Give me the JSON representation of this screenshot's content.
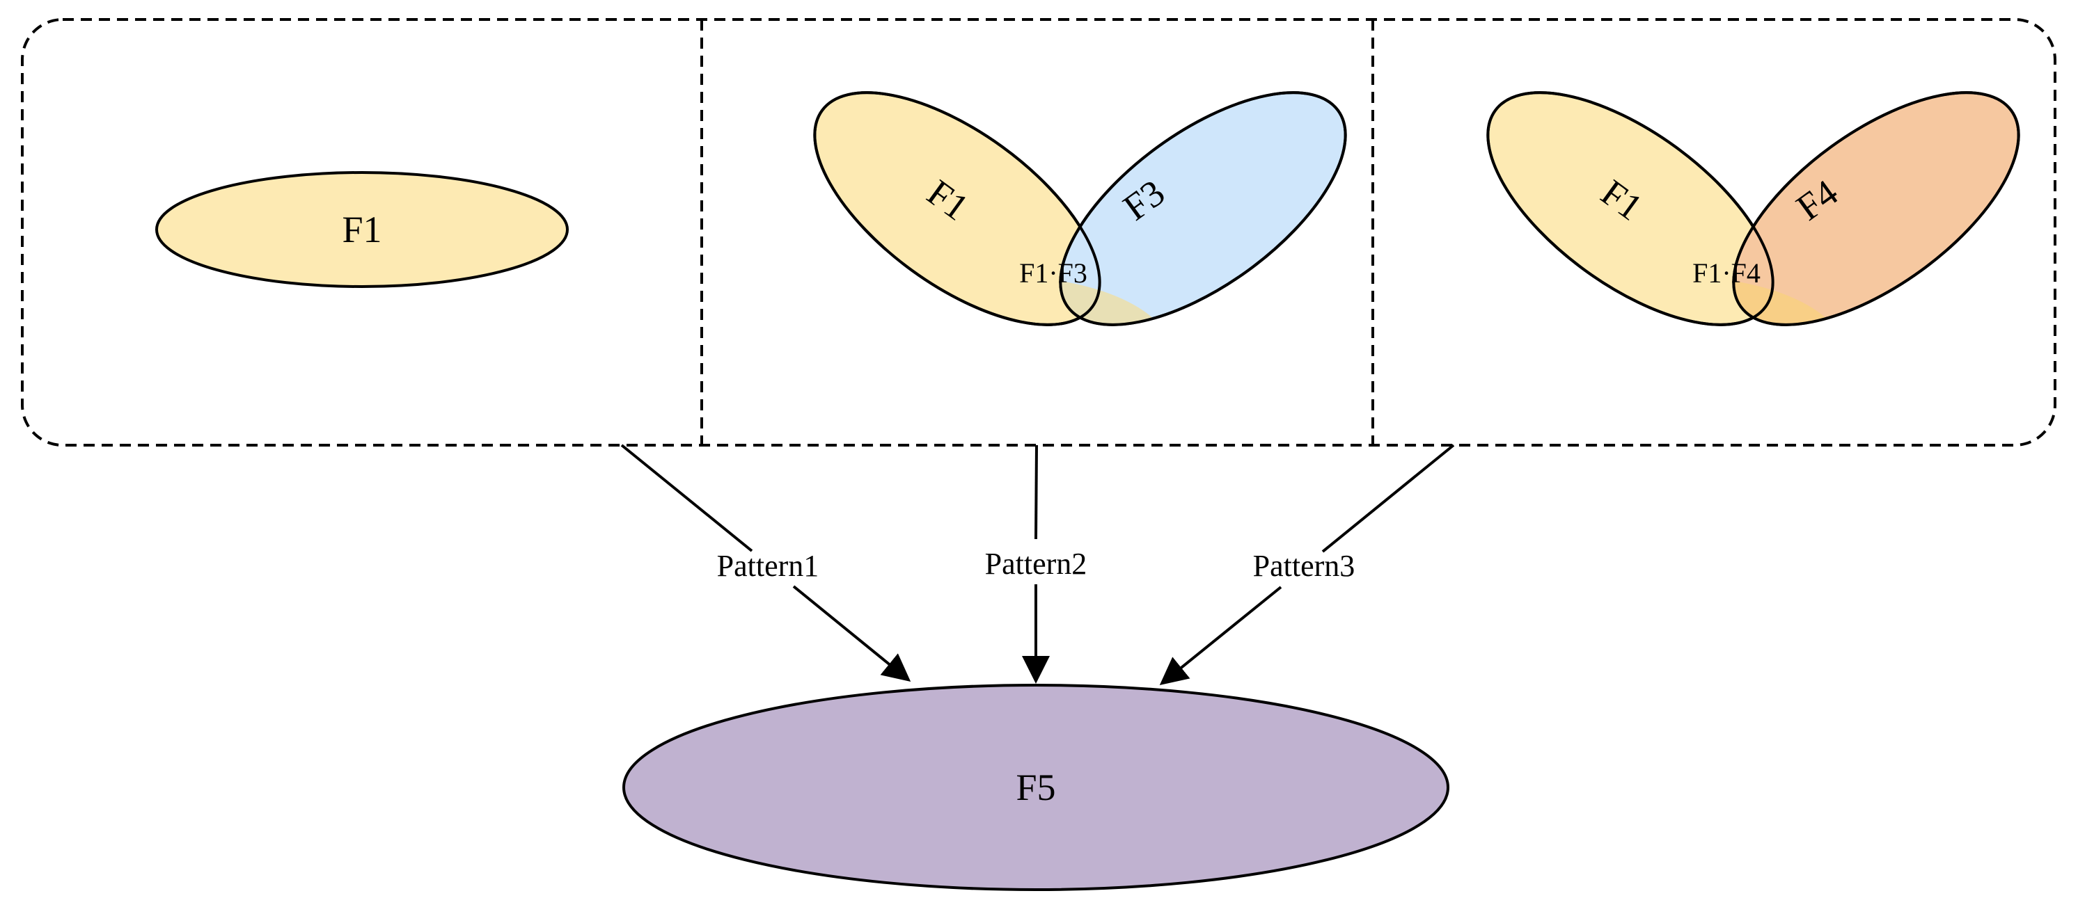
{
  "panels": [
    {
      "label": "F1",
      "color": "#fdeab3"
    },
    {
      "left_label": "F1",
      "right_label": "F3",
      "overlap_label": "F1·F3",
      "left_color": "#fdeab3",
      "right_color": "#cfe6fb",
      "overlap_color": "#e8e0b5"
    },
    {
      "left_label": "F1",
      "right_label": "F4",
      "overlap_label": "F1·F4",
      "left_color": "#fdeab3",
      "right_color": "#f6c8a0",
      "overlap_color": "#f8cf86"
    }
  ],
  "arrows": [
    {
      "label": "Pattern1"
    },
    {
      "label": "Pattern2"
    },
    {
      "label": "Pattern3"
    }
  ],
  "target": {
    "label": "F5",
    "color": "#c0b2d0"
  }
}
